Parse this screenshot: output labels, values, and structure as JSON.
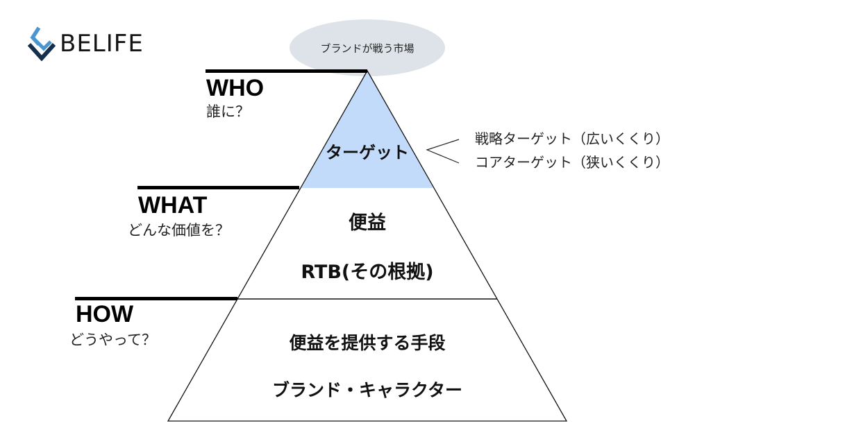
{
  "brand": {
    "name": "BELIFE",
    "icon": "chevron-arrow-logo-icon",
    "colors": {
      "light": "#4a96cf",
      "dark": "#15304f"
    }
  },
  "market": {
    "label": "ブランドが戦う市場",
    "fill": "#dde3e8"
  },
  "sections": {
    "who": {
      "heading": "WHO",
      "question": "誰に？"
    },
    "what": {
      "heading": "WHAT",
      "question": "どんな価値を？"
    },
    "how": {
      "heading": "HOW",
      "question": "どうやって？"
    }
  },
  "pyramid": {
    "top": {
      "label": "ターゲット",
      "fill": "#c2dbfa"
    },
    "middle": {
      "lines": [
        "便益",
        "RTB(その根拠)"
      ]
    },
    "bottom": {
      "lines": [
        "便益を提供する手段",
        "ブランド・キャラクター"
      ]
    }
  },
  "target_breakdown": {
    "items": [
      "戦略ターゲット（広いくくり）",
      "コアターゲット（狭いくくり）"
    ]
  }
}
